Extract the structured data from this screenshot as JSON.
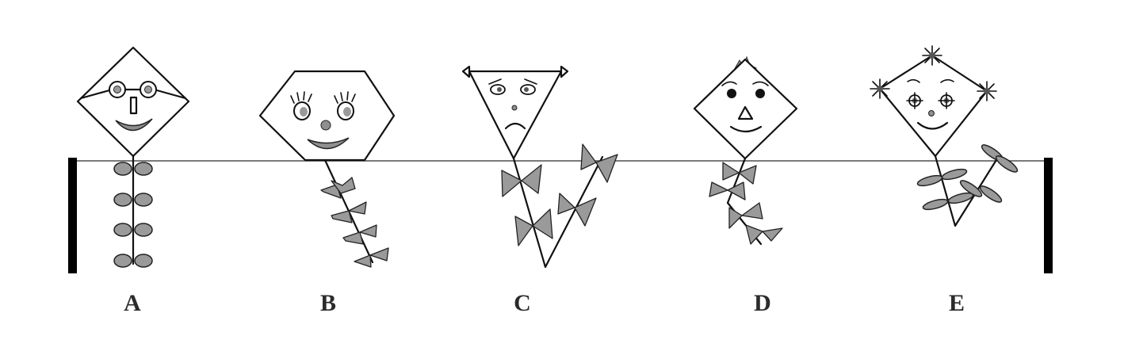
{
  "kites": [
    {
      "id": "A",
      "label": "A",
      "tail": "ovals"
    },
    {
      "id": "B",
      "label": "B",
      "tail": "bows"
    },
    {
      "id": "C",
      "label": "C",
      "tail": "bows"
    },
    {
      "id": "D",
      "label": "D",
      "tail": "bows"
    },
    {
      "id": "E",
      "label": "E",
      "tail": "ovals"
    }
  ],
  "colors": {
    "line": "#111111",
    "fill_gray": "#9a9a9a",
    "post": "#000000",
    "string": "#7a7a7a",
    "label": "#2b2b2b"
  }
}
